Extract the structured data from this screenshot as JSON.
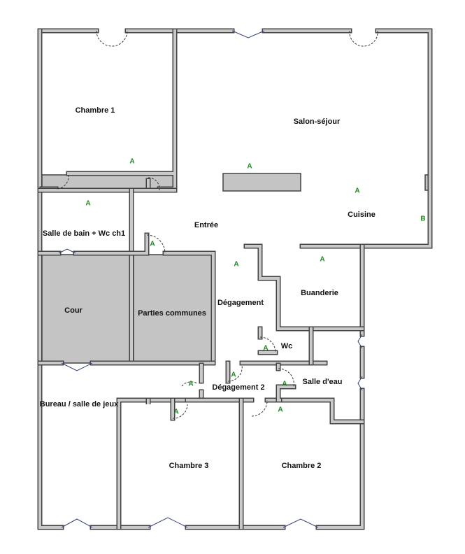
{
  "rooms": {
    "chambre1": "Chambre 1",
    "salon": "Salon-séjour",
    "entree": "Entrée",
    "cuisine": "Cuisine",
    "sdb": "Salle de bain + Wc ch1",
    "cour": "Cour",
    "parties": "Parties communes",
    "degagement": "Dégagement",
    "buanderie": "Buanderie",
    "wc": "Wc",
    "degagement2": "Dégagement 2",
    "salle_eau": "Salle d'eau",
    "bureau": "Bureau / salle de jeux",
    "chambre3": "Chambre 3",
    "chambre2": "Chambre 2"
  },
  "markers": {
    "a": "A",
    "b": "B"
  },
  "colors": {
    "marker": "#1f8a1f",
    "wall": "#c9c9c9",
    "shaded": "#c4c4c4"
  }
}
